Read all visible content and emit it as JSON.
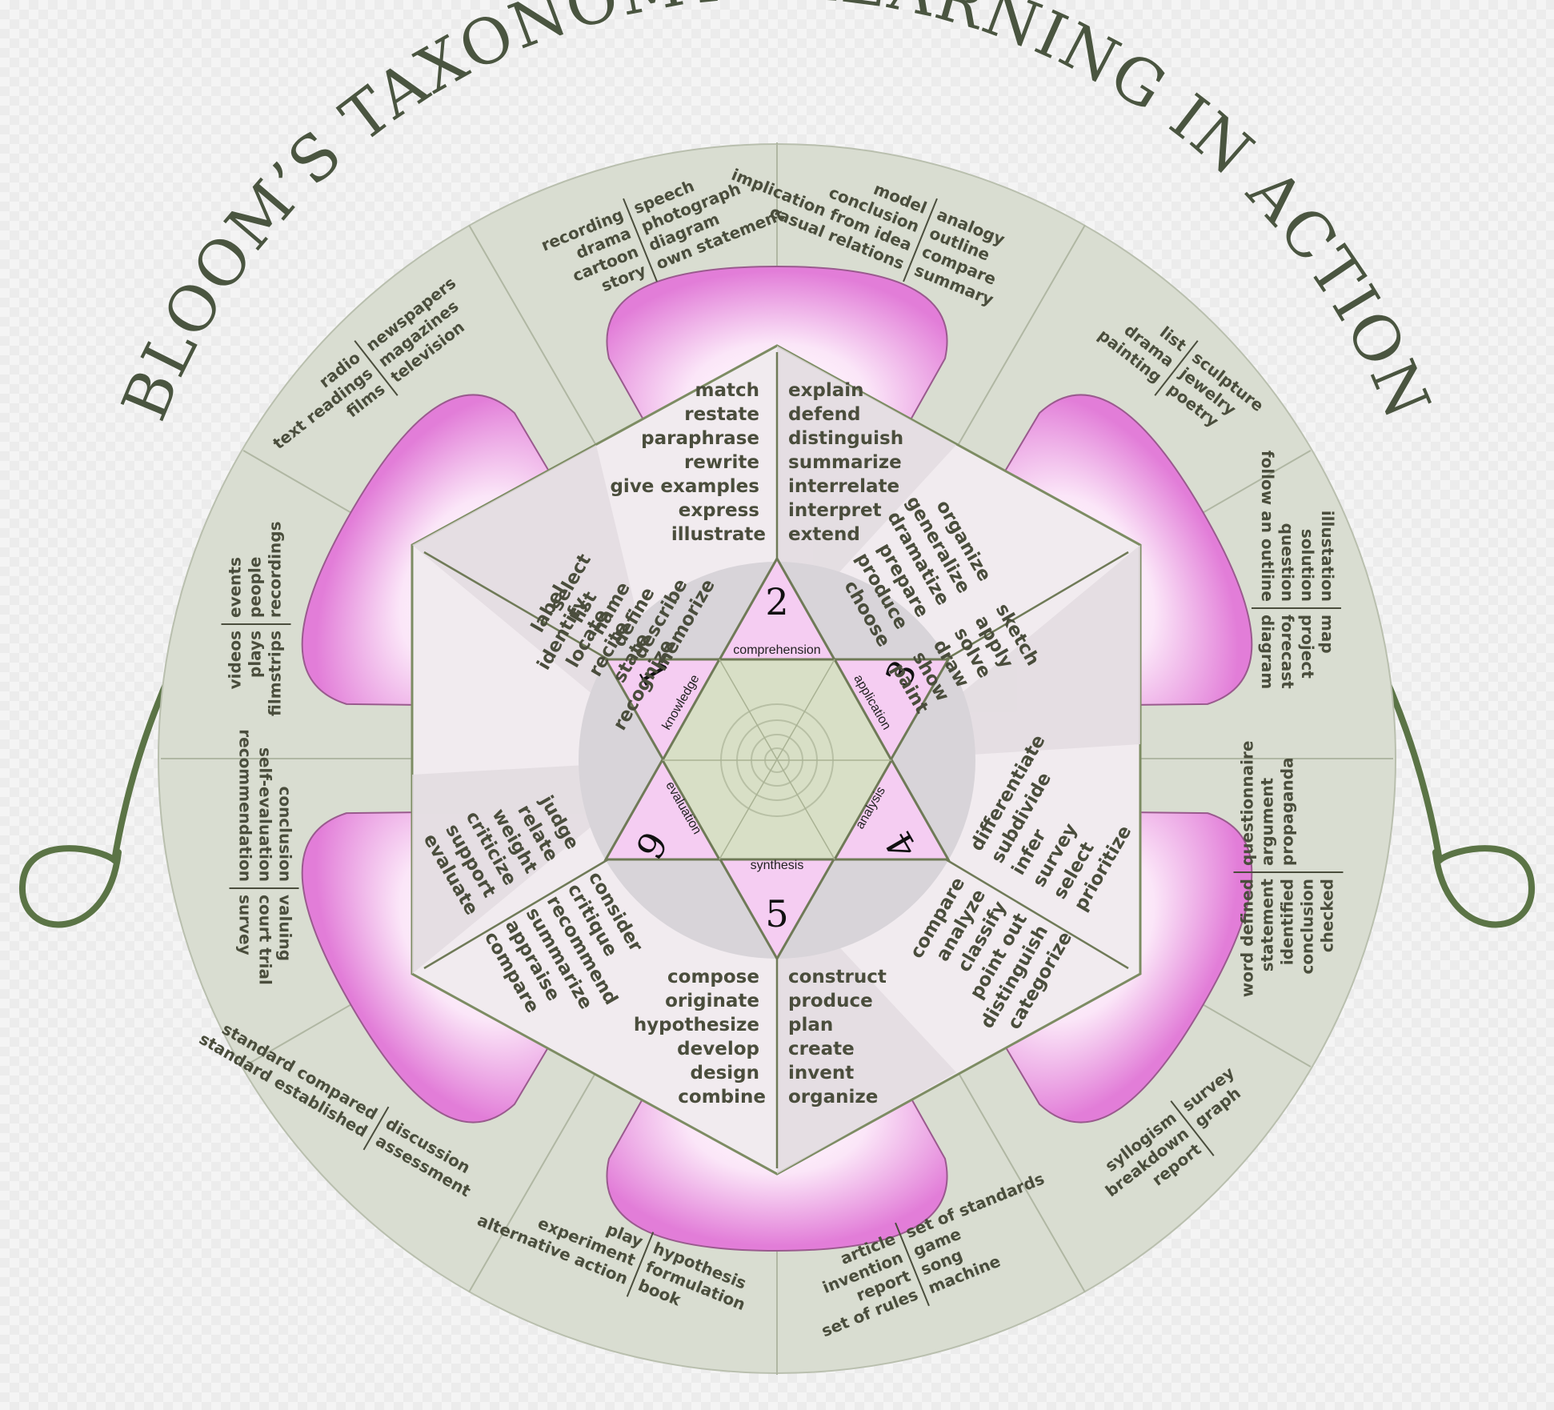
{
  "title": "BLOOM’S TAXONOMY - LEARNING IN ACTION",
  "colors": {
    "outer_disc": "#d9ddd1",
    "arc": "#5b7446",
    "petal": "#e98be0",
    "hexagon": "#f1ebef",
    "star": "#f5cdf2",
    "center": "#d8dfc6",
    "text": "#4a4d3c"
  },
  "levels": [
    {
      "number": "1",
      "name": "knowledge",
      "verbs_left": [
        "select",
        "list",
        "name",
        "define",
        "describe",
        "memorize"
      ],
      "verbs_right": [
        "label",
        "identify",
        "locate",
        "recite",
        "state",
        "recognize"
      ]
    },
    {
      "number": "2",
      "name": "comprehension",
      "verbs_left": [
        "match",
        "restate",
        "paraphrase",
        "rewrite",
        "give examples",
        "express",
        "illustrate"
      ],
      "verbs_right": [
        "explain",
        "defend",
        "distinguish",
        "summarize",
        "interrelate",
        "interpret",
        "extend"
      ]
    },
    {
      "number": "3",
      "name": "application",
      "verbs_left": [
        "organize",
        "generalize",
        "dramatize",
        "prepare",
        "produce",
        "choose"
      ],
      "verbs_right": [
        "sketch",
        "apply",
        "solve",
        "draw",
        "show",
        "paint"
      ]
    },
    {
      "number": "4",
      "name": "analysis",
      "verbs_left": [
        "differentiate",
        "subdivide",
        "infer",
        "survey",
        "select",
        "prioritize"
      ],
      "verbs_right": [
        "compare",
        "analyze",
        "classify",
        "point out",
        "distinguish",
        "categorize"
      ]
    },
    {
      "number": "5",
      "name": "synthesis",
      "verbs_left": [
        "compose",
        "originate",
        "hypothesize",
        "develop",
        "design",
        "combine"
      ],
      "verbs_right": [
        "construct",
        "produce",
        "plan",
        "create",
        "invent",
        "organize"
      ]
    },
    {
      "number": "6",
      "name": "evaluation",
      "verbs_left": [
        "judge",
        "relate",
        "weight",
        "criticize",
        "support",
        "evaluate"
      ],
      "verbs_right": [
        "consider",
        "critique",
        "recommend",
        "summarize",
        "appraise",
        "compare"
      ]
    }
  ],
  "products": [
    {
      "left": [
        "recording",
        "drama",
        "cartoon",
        "story"
      ],
      "right": [
        "speech",
        "photograph",
        "diagram",
        "own statement"
      ]
    },
    {
      "left": [
        "model",
        "conclusion",
        "implication from idea",
        "casual relations"
      ],
      "right": [
        "analogy",
        "outline",
        "compare",
        "summary"
      ]
    },
    {
      "left": [
        "list",
        "drama",
        "painting"
      ],
      "right": [
        "sculpture",
        "jewelry",
        "poetry"
      ]
    },
    {
      "left": [
        "illustation",
        "solution",
        "question",
        "follow an outline"
      ],
      "right": [
        "map",
        "project",
        "forecast",
        "diagram"
      ]
    },
    {
      "left": [
        "word defined",
        "statement",
        "identified",
        "conclusion",
        "checked"
      ],
      "right": [
        "questionnaire",
        "argument",
        "propaganda"
      ]
    },
    {
      "left": [
        "syllogism",
        "breakdown",
        "report"
      ],
      "right": [
        "survey",
        "graph"
      ]
    },
    {
      "left": [
        "article",
        "invention",
        "report",
        "set of rules"
      ],
      "right": [
        "set of standards",
        "game",
        "song",
        "machine"
      ]
    },
    {
      "left": [
        "play",
        "experiment",
        "alternative action"
      ],
      "right": [
        "hypothesis",
        "formulation",
        "book"
      ]
    },
    {
      "left": [
        "standard compared",
        "standard established"
      ],
      "right": [
        "discussion",
        "assessment"
      ]
    },
    {
      "left": [
        "conclusion",
        "self-evaluation",
        "recommendation"
      ],
      "right": [
        "valuing",
        "court trial",
        "survey"
      ]
    },
    {
      "left": [
        "videos",
        "plays",
        "filmstrips"
      ],
      "right": [
        "events",
        "people",
        "recordings"
      ]
    },
    {
      "left": [
        "radio",
        "text readings",
        "films"
      ],
      "right": [
        "newspapers",
        "magazines",
        "television"
      ]
    }
  ]
}
